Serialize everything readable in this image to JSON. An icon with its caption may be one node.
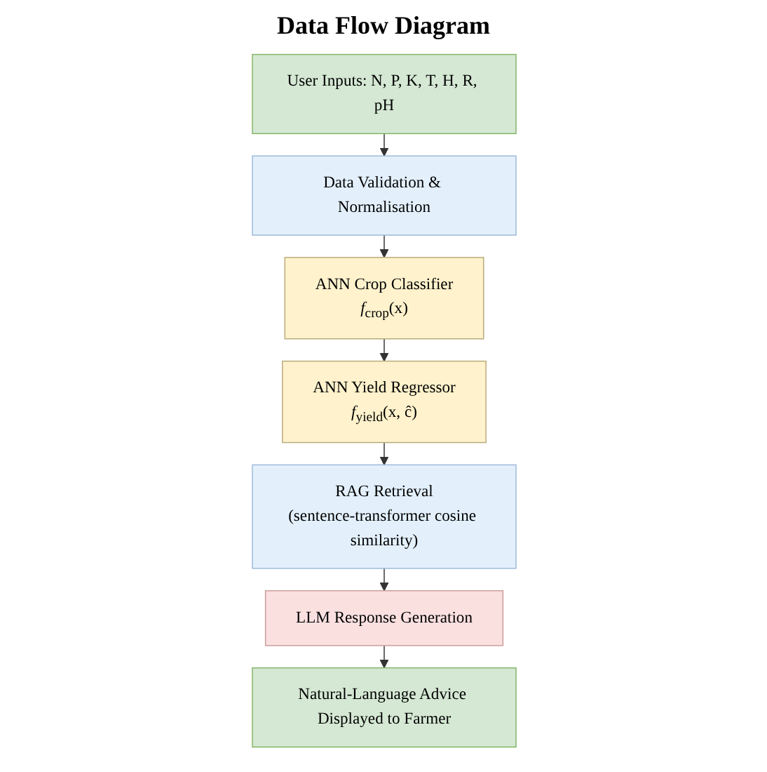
{
  "diagram": {
    "title": "Data Flow Diagram",
    "nodes": [
      {
        "text": [
          "User Inputs: N, P, K, T, H, R, pH"
        ]
      },
      {
        "text": [
          "Data Validation & Normalisation"
        ]
      },
      {
        "text": [
          "ANN Crop Classifier",
          "*f*$_{crop}$(x)"
        ]
      },
      {
        "text": [
          "ANN Yield Regressor",
          "*f*$_{yield}$(x, ĉ)"
        ]
      },
      {
        "text": [
          "RAG Retrieval",
          "(sentence-transformer cosine similarity)"
        ]
      },
      {
        "text": [
          "LLM Response Generation"
        ]
      },
      {
        "text": [
          "Natural-Language Advice Displayed to Farmer"
        ]
      }
    ],
    "edges": [
      {
        "from": 0,
        "to": 1,
        "arrow": "to"
      },
      {
        "from": 1,
        "to": 2,
        "arrow": "to"
      },
      {
        "from": 2,
        "to": 3,
        "arrow": "to"
      },
      {
        "from": 3,
        "to": 4,
        "arrow": "to"
      },
      {
        "from": 4,
        "to": 5,
        "arrow": "to"
      },
      {
        "from": 5,
        "to": 6,
        "arrow": "to"
      }
    ]
  }
}
